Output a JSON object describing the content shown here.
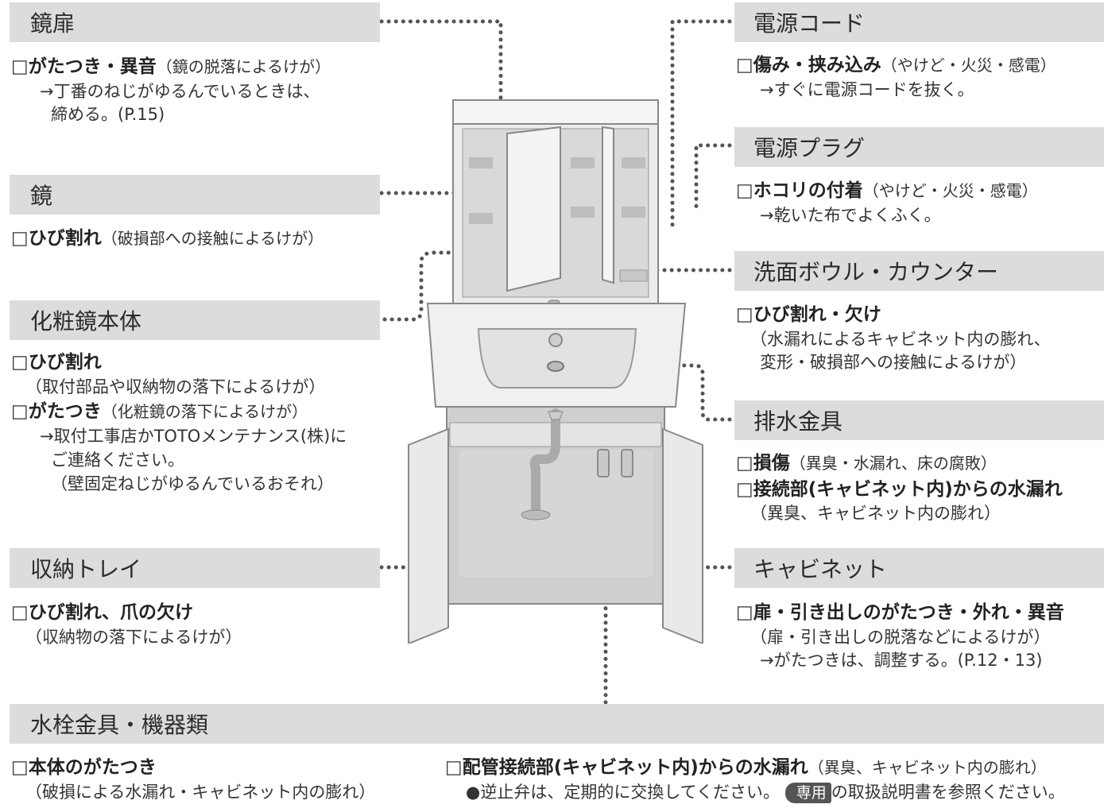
{
  "sections": {
    "kyotobira": {
      "header": "鏡扉",
      "item1_title": "がたつき・異音",
      "item1_note": "（鏡の脱落によるけが）",
      "item1_sub1": "→丁番のねじがゆるんでいるときは、",
      "item1_sub2": "締める。(P.15)"
    },
    "kagami": {
      "header": "鏡",
      "item1_title": "ひび割れ",
      "item1_note": "（破損部への接触によるけが）"
    },
    "keshoukyou": {
      "header": "化粧鏡本体",
      "item1_title": "ひび割れ",
      "item1_sub1": "（取付部品や収納物の落下によるけが）",
      "item2_title": "がたつき",
      "item2_note": "（化粧鏡の落下によるけが）",
      "item2_sub1": "→取付工事店かTOTOメンテナンス(株)に",
      "item2_sub2": "ご連絡ください。",
      "item2_sub3": "（壁固定ねじがゆるんでいるおそれ）"
    },
    "shunou_tray": {
      "header": "収納トレイ",
      "item1_title": "ひび割れ、爪の欠け",
      "item1_sub1": "（収納物の落下によるけが）"
    },
    "dengen_cord": {
      "header": "電源コード",
      "item1_title": "傷み・挟み込み",
      "item1_note": "（やけど・火災・感電）",
      "item1_sub1": "→すぐに電源コードを抜く。"
    },
    "dengen_plug": {
      "header": "電源プラグ",
      "item1_title": "ホコリの付着",
      "item1_note": "（やけど・火災・感電）",
      "item1_sub1": "→乾いた布でよくふく。"
    },
    "bowl": {
      "header": "洗面ボウル・カウンター",
      "item1_title": "ひび割れ・欠け",
      "item1_sub1": "（水漏れによるキャビネット内の膨れ、",
      "item1_sub2": "変形・破損部への接触によるけが）"
    },
    "haisui": {
      "header": "排水金具",
      "item1_title": "損傷",
      "item1_note": "（異臭・水漏れ、床の腐敗）",
      "item2_title": "接続部(キャビネット内)からの水漏れ",
      "item2_sub1": "（異臭、キャビネット内の膨れ）"
    },
    "cabinet": {
      "header": "キャビネット",
      "item1_title": "扉・引き出しのがたつき・外れ・異音",
      "item1_sub1": "（扉・引き出しの脱落などによるけが）",
      "item1_sub2": "→がたつきは、調整する。(P.12・13)"
    },
    "suisen": {
      "header": "水栓金具・機器類",
      "item1_title": "本体のがたつき",
      "item1_sub1": "（破損による水漏れ・キャビネット内の膨れ）",
      "item2_title": "配管接続部(キャビネット内)からの水漏れ",
      "item2_note": "（異臭、キャビネット内の膨れ）",
      "item2_sub1": "●逆止弁は、定期的に交換してください。",
      "item2_badge": "専用",
      "item2_sub2": "の取扱説明書を参照ください。"
    }
  },
  "checkbox_symbol": "□"
}
